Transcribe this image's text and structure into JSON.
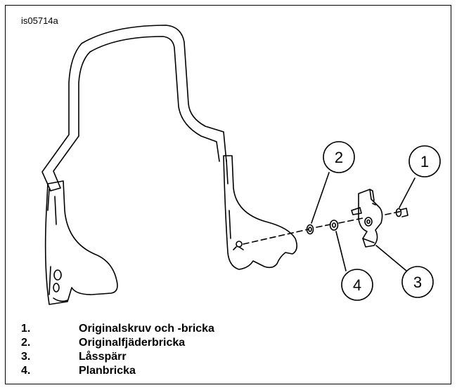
{
  "figure": {
    "id": "is05714a"
  },
  "callouts": [
    {
      "number": "1"
    },
    {
      "number": "2"
    },
    {
      "number": "3"
    },
    {
      "number": "4"
    }
  ],
  "legend": [
    {
      "number": "1.",
      "label": "Originalskruv och -bricka"
    },
    {
      "number": "2.",
      "label": "Originalfjäderbricka"
    },
    {
      "number": "3.",
      "label": "Låsspärr"
    },
    {
      "number": "4.",
      "label": "Planbricka"
    }
  ]
}
